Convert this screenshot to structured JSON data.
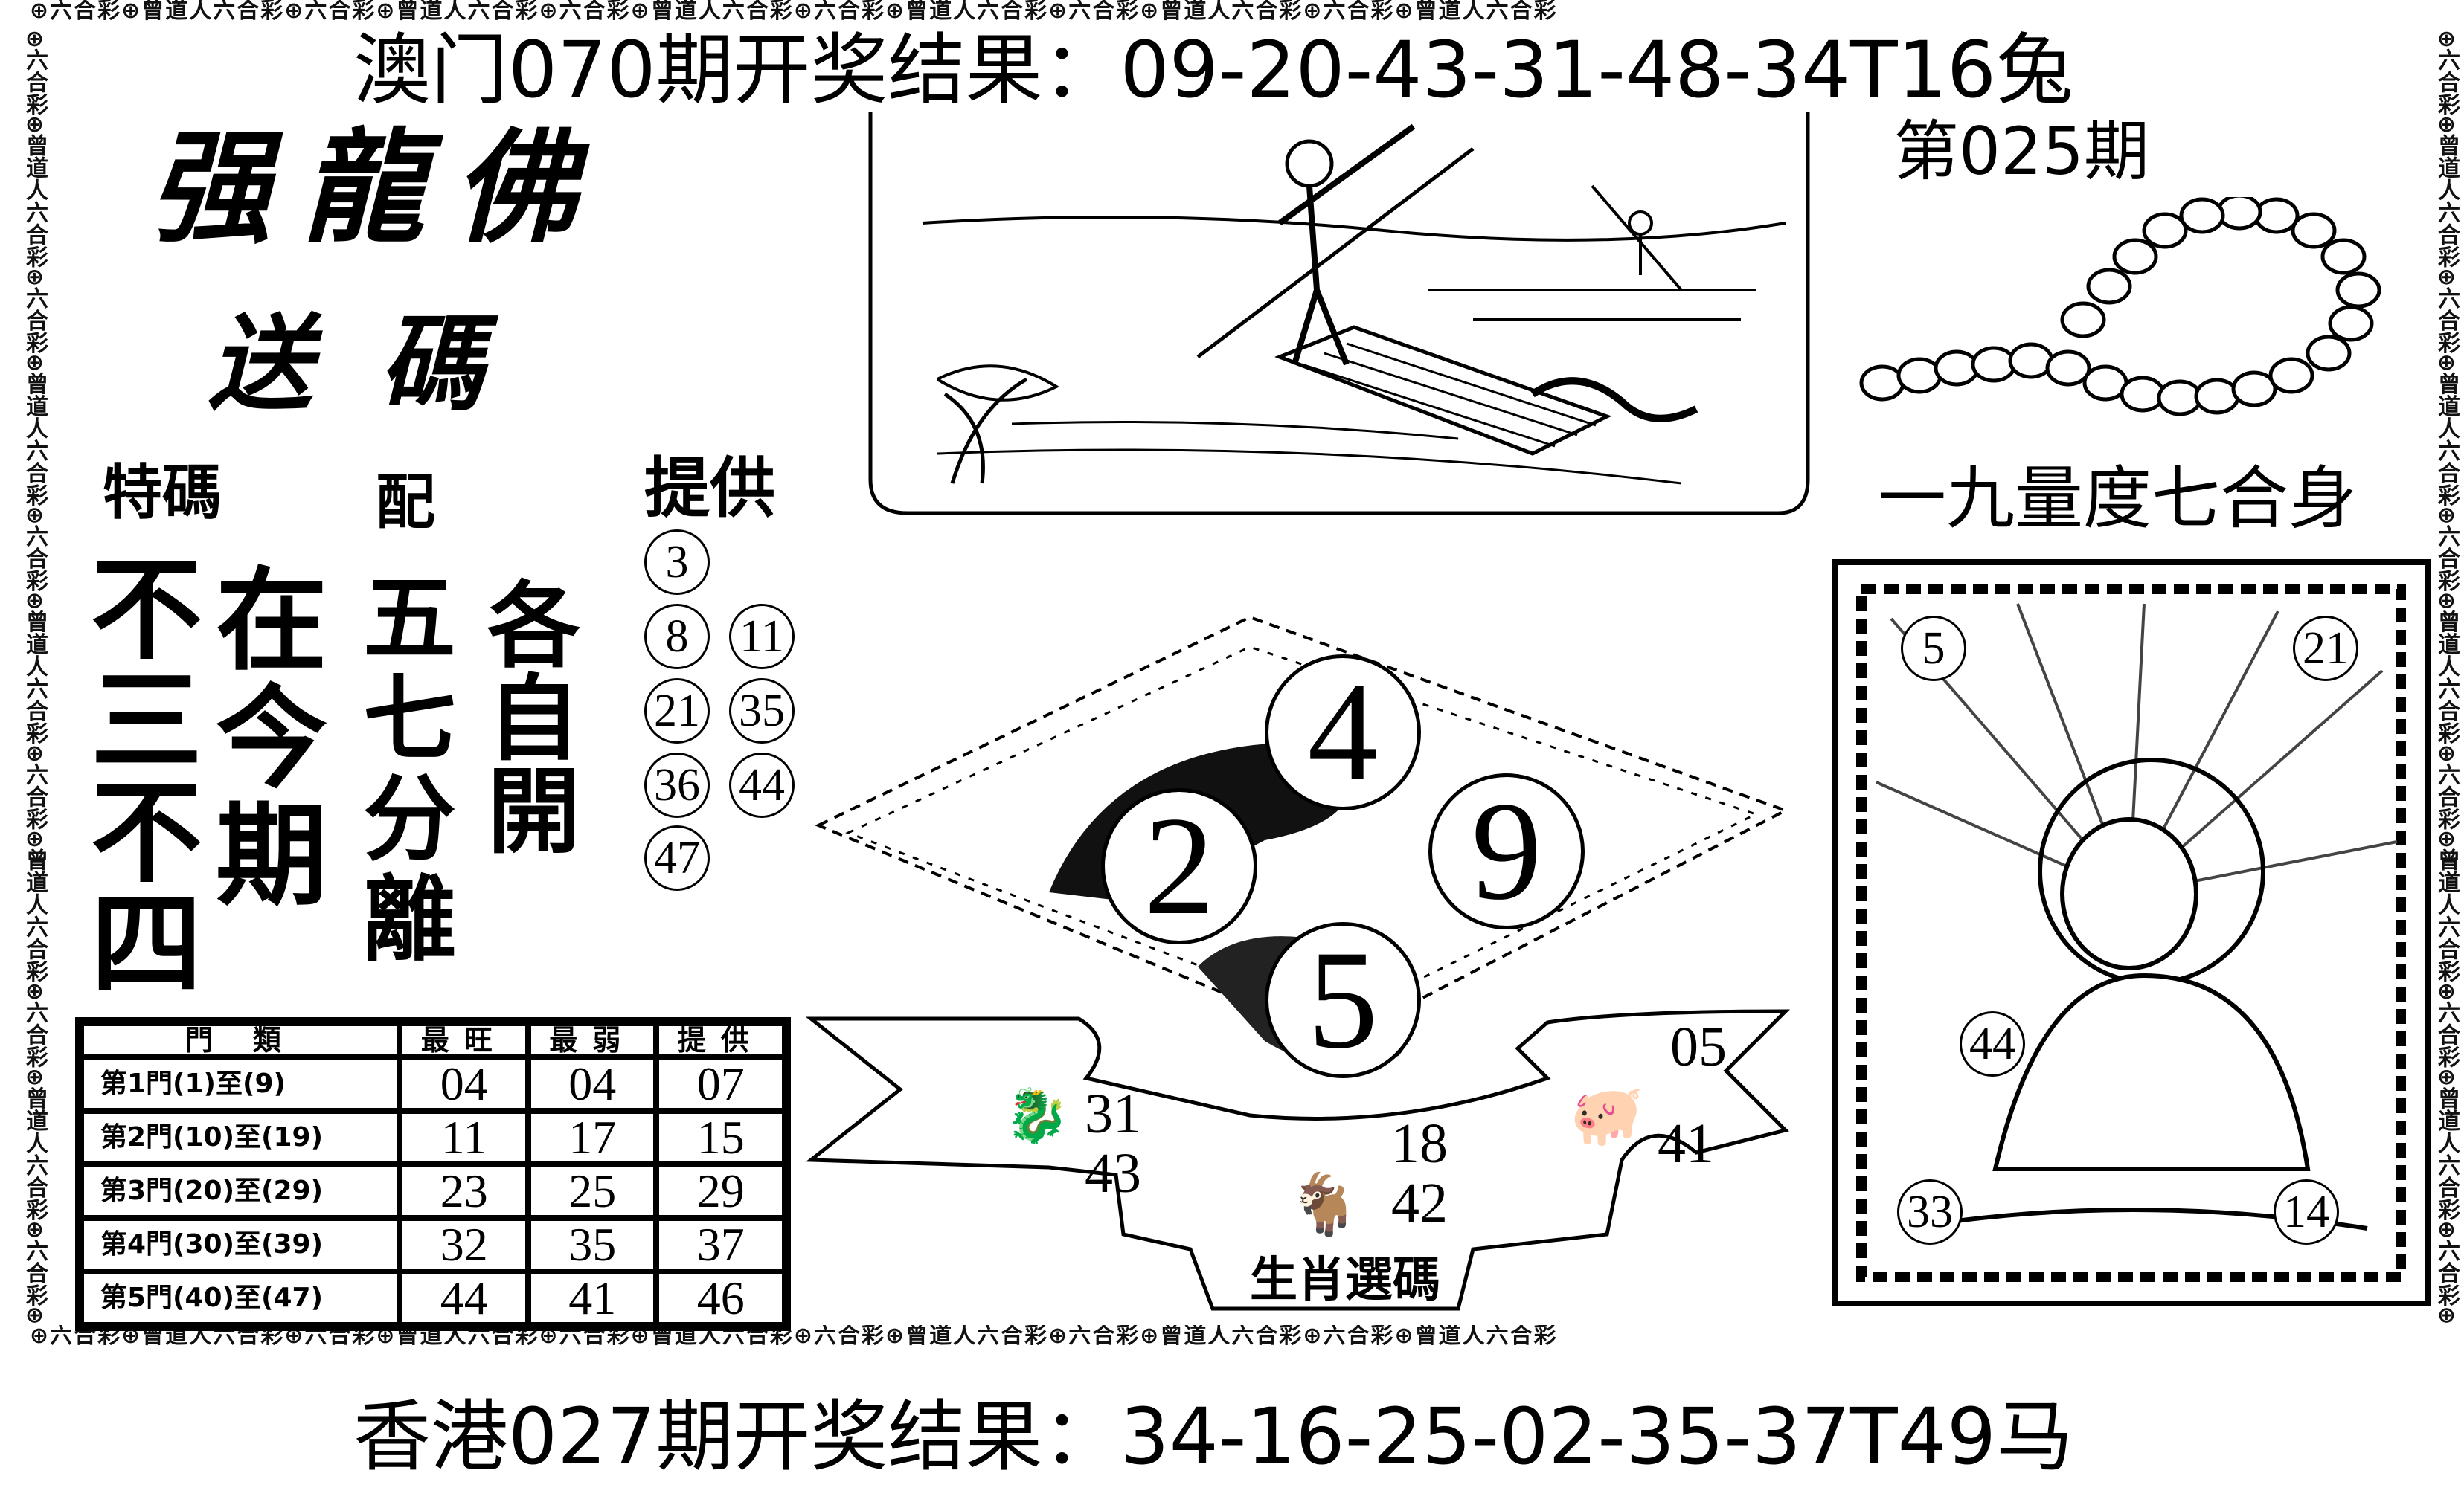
{
  "header": {
    "macau_result": "澳门070期开奖结果：09-20-43-31-48-34T16兔",
    "issue": "第025期"
  },
  "border_strip_text": "⊕六合彩⊕曾道人六合彩⊕六合彩⊕曾道人六合彩⊕六合彩⊕曾道人六合彩⊕六合彩⊕曾道人六合彩⊕六合彩⊕曾道人六合彩⊕六合彩⊕曾道人六合彩",
  "left": {
    "calligraphy_title": "强龍佛",
    "calligraphy_subtitle": "送碼",
    "label_special": "特碼",
    "label_pair": "配",
    "label_provide": "提供",
    "col1": [
      "不",
      "三",
      "不",
      "四"
    ],
    "col2": [
      "在",
      "今",
      "期"
    ],
    "col3": [
      "五",
      "七",
      "分",
      "離"
    ],
    "col4": [
      "各",
      "自",
      "開"
    ],
    "provided_numbers": [
      "3",
      "8",
      "11",
      "21",
      "35",
      "36",
      "44",
      "47"
    ]
  },
  "table": {
    "headers": [
      "門 類",
      "最旺",
      "最弱",
      "提供"
    ],
    "rows": [
      [
        "第1門(1)至(9)",
        "04",
        "04",
        "07"
      ],
      [
        "第2門(10)至(19)",
        "11",
        "17",
        "15"
      ],
      [
        "第3門(20)至(29)",
        "23",
        "25",
        "29"
      ],
      [
        "第4門(30)至(39)",
        "32",
        "35",
        "37"
      ],
      [
        "第5門(40)至(47)",
        "44",
        "41",
        "46"
      ]
    ]
  },
  "center": {
    "balls": [
      "4",
      "2",
      "9",
      "5"
    ],
    "zodiac": [
      {
        "animal": "dragon",
        "numbers": [
          "31",
          "43"
        ]
      },
      {
        "animal": "goat",
        "numbers": [
          "18",
          "42"
        ]
      },
      {
        "animal": "pig",
        "numbers": [
          "05",
          "41"
        ]
      }
    ],
    "zodiac_caption": "生肖選碼"
  },
  "right": {
    "title": "一九量度七合身",
    "numbers": [
      "5",
      "21",
      "44",
      "33",
      "14"
    ]
  },
  "footer": {
    "hk_result": "香港027期开奖结果：34-16-25-02-35-37T49马"
  }
}
